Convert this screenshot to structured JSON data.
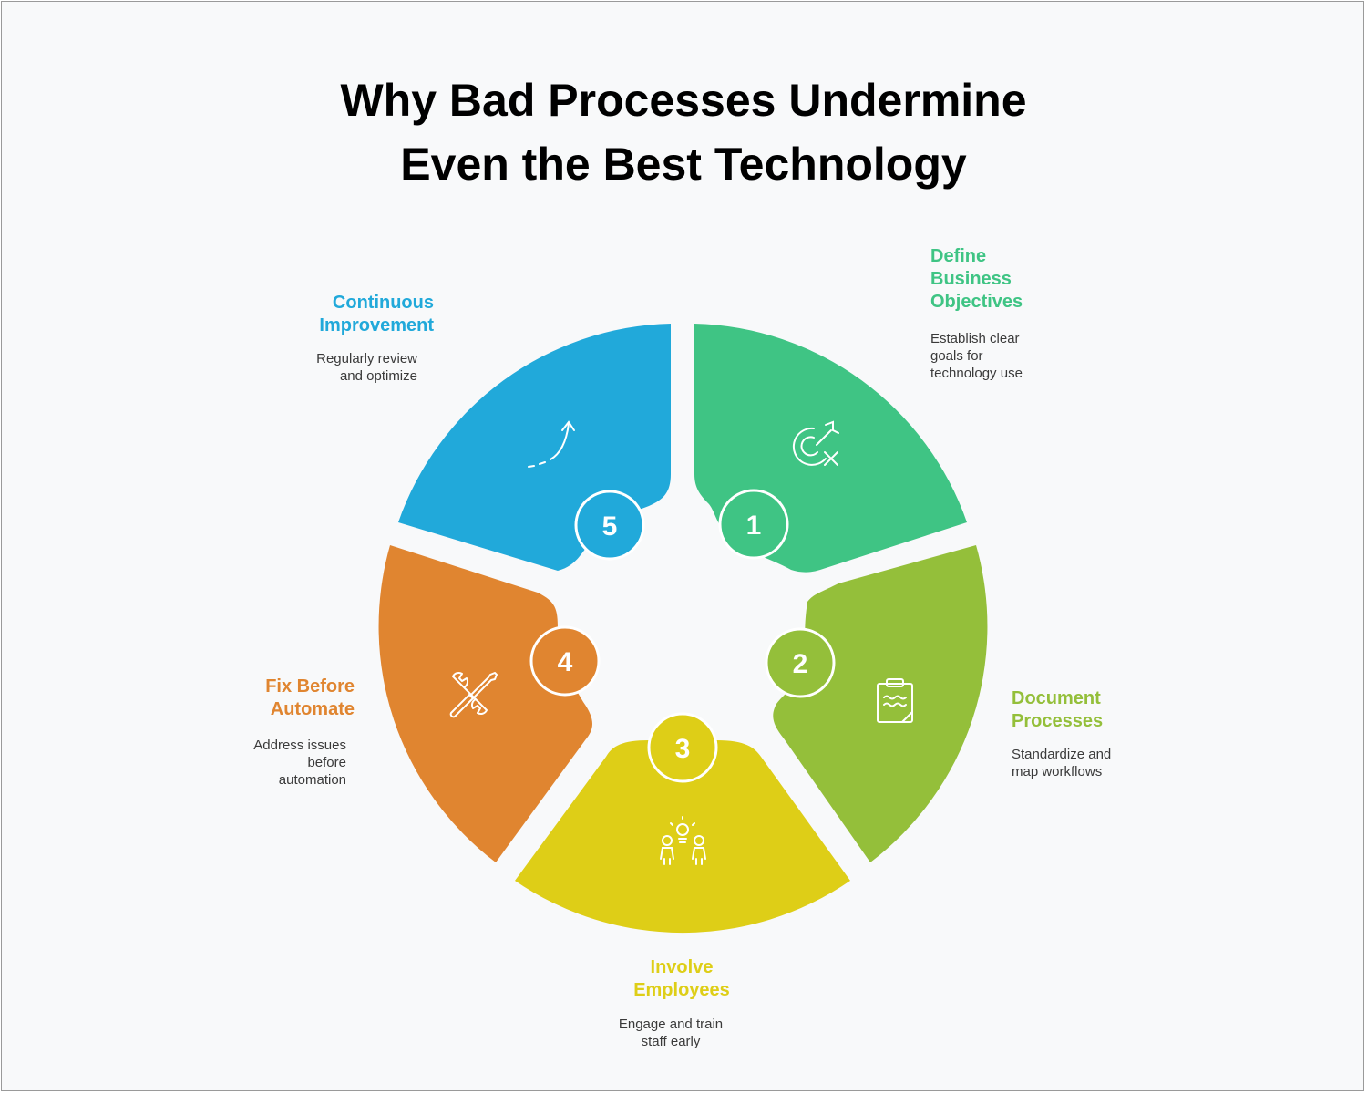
{
  "title": {
    "line1": "Why Bad Processes Undermine",
    "line2": "Even the Best Technology"
  },
  "steps": [
    {
      "number": "1",
      "label_line1": "Define",
      "label_line2": "Business",
      "label_line3": "Objectives",
      "desc_line1": "Establish clear",
      "desc_line2": "goals for",
      "desc_line3": "technology use",
      "color": "#3fc484",
      "icon": "target-icon"
    },
    {
      "number": "2",
      "label_line1": "Document",
      "label_line2": "Processes",
      "desc_line1": "Standardize and",
      "desc_line2": "map workflows",
      "color": "#94bf3a",
      "icon": "clipboard-icon"
    },
    {
      "number": "3",
      "label_line1": "Involve",
      "label_line2": "Employees",
      "desc_line1": "Engage and train",
      "desc_line2": "staff early",
      "color": "#dece17",
      "icon": "people-idea-icon"
    },
    {
      "number": "4",
      "label_line1": "Fix Before",
      "label_line2": "Automate",
      "desc_line1": "Address issues",
      "desc_line2": "before",
      "desc_line3": "automation",
      "color": "#e08530",
      "icon": "tools-icon"
    },
    {
      "number": "5",
      "label_line1": "Continuous",
      "label_line2": "Improvement",
      "desc_line1": "Regularly review",
      "desc_line2": "and optimize",
      "color": "#21a9da",
      "icon": "arrow-up-icon"
    }
  ]
}
